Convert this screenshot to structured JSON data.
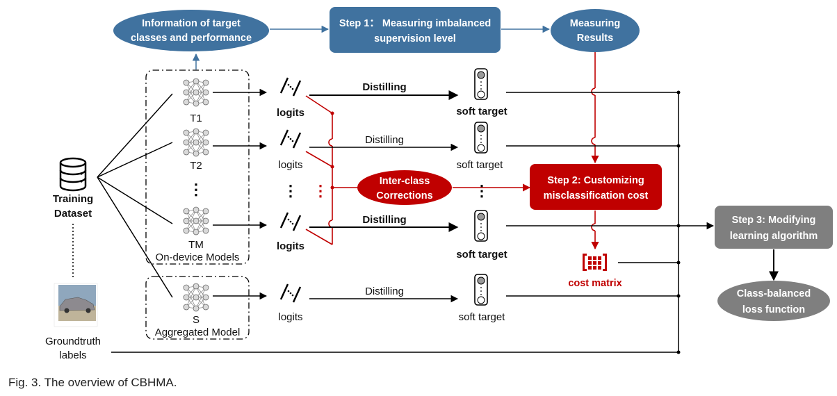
{
  "diagram": {
    "info_node": {
      "line1": "Information of target",
      "line2": "classes and performance"
    },
    "step1": {
      "line1": "Step 1： Measuring imbalanced",
      "line2": "supervision level"
    },
    "measuring": {
      "line1": "Measuring",
      "line2": "Results"
    },
    "step2": {
      "line1": "Step 2: Customizing",
      "line2": "misclassification cost"
    },
    "step3": {
      "line1": "Step 3: Modifying",
      "line2": "learning algorithm"
    },
    "loss": {
      "line1": "Class-balanced",
      "line2": "loss function"
    },
    "inter_class": {
      "line1": "Inter-class",
      "line2": "Corrections"
    },
    "cost_matrix": "cost matrix",
    "dataset": {
      "line1": "Training",
      "line2": "Dataset"
    },
    "groundtruth": {
      "line1": "Groundtruth",
      "line2": "labels"
    },
    "models": {
      "t1": "T1",
      "t2": "T2",
      "tm": "TM",
      "s": "S"
    },
    "on_device": "On-device Models",
    "aggregated": "Aggregated Model",
    "logits": "logits",
    "soft_target": "soft target",
    "distilling": "Distilling",
    "ellipsis": "⋮",
    "caption": "Fig. 3. The overview of CBHMA."
  },
  "colors": {
    "blue": "#40729f",
    "red": "#c00000",
    "gray": "#7f7f7f",
    "black": "#000000"
  }
}
